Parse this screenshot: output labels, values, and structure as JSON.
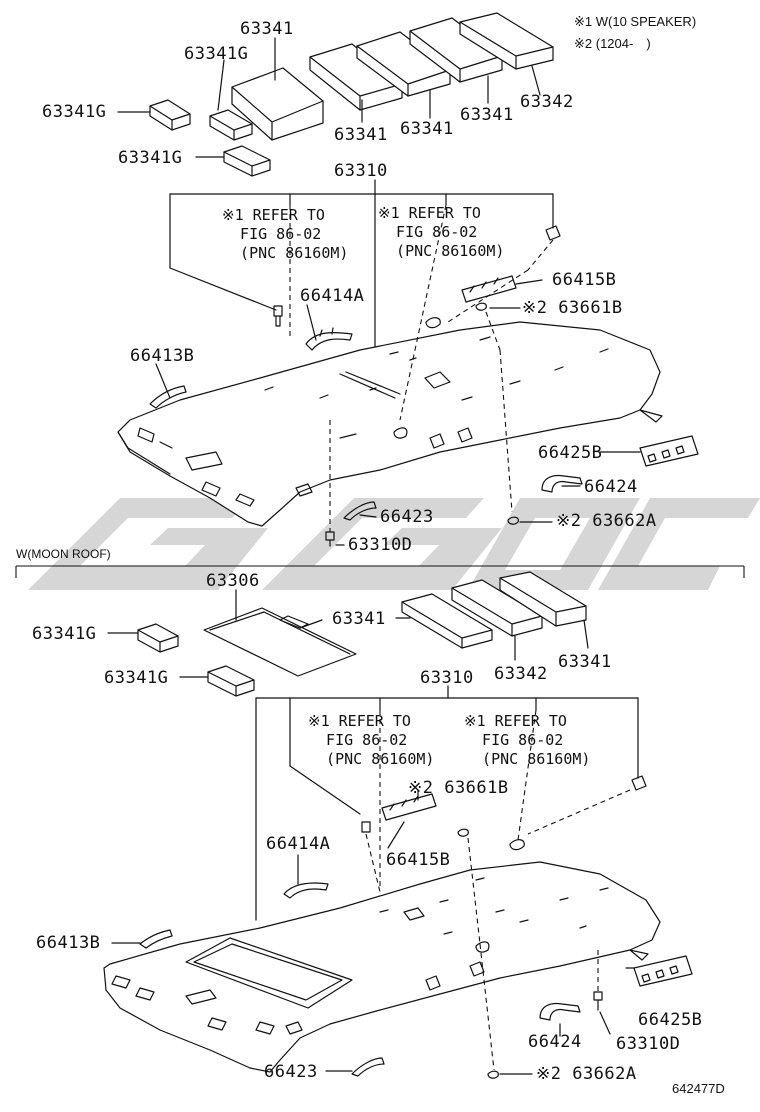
{
  "notes": {
    "n1": "※1 W(10 SPEAKER)",
    "n2": "※2 (1204-　)"
  },
  "section_moon_roof": "W(MOON ROOF)",
  "illustration_code": "642477D",
  "watermark_text": "GGOC",
  "watermark_color": "#c8c8c8",
  "top": {
    "p1": "63341",
    "p2": "63341G",
    "p3": "63341G",
    "p4": "63341G",
    "p5": "63341",
    "p6": "63341",
    "p7": "63341",
    "p8": "63342",
    "p9": "63310",
    "ref1": "※1 REFER TO\n  FIG 86-02\n  (PNC 86160M)",
    "ref2": "※1 REFER TO\n  FIG 86-02\n  (PNC 86160M)",
    "p10": "66415B",
    "p11": "※2 63661B",
    "p12": "66414A",
    "p13": "66413B",
    "p14": "66425B",
    "p15": "66424",
    "p16": "66423",
    "p17": "※2 63662A",
    "p18": "63310D"
  },
  "bottom": {
    "p1": "63306",
    "p2": "63341",
    "p3": "63341G",
    "p4": "63341G",
    "p5": "63342",
    "p6": "63341",
    "p7": "63310",
    "ref1": "※1 REFER TO\n  FIG 86-02\n  (PNC 86160M)",
    "ref2": "※1 REFER TO\n  FIG 86-02\n  (PNC 86160M)",
    "p8": "※2 63661B",
    "p9": "66414A",
    "p10": "66415B",
    "p11": "66413B",
    "p12": "66425B",
    "p13": "66424",
    "p14": "63310D",
    "p15": "66423",
    "p16": "※2 63662A"
  }
}
